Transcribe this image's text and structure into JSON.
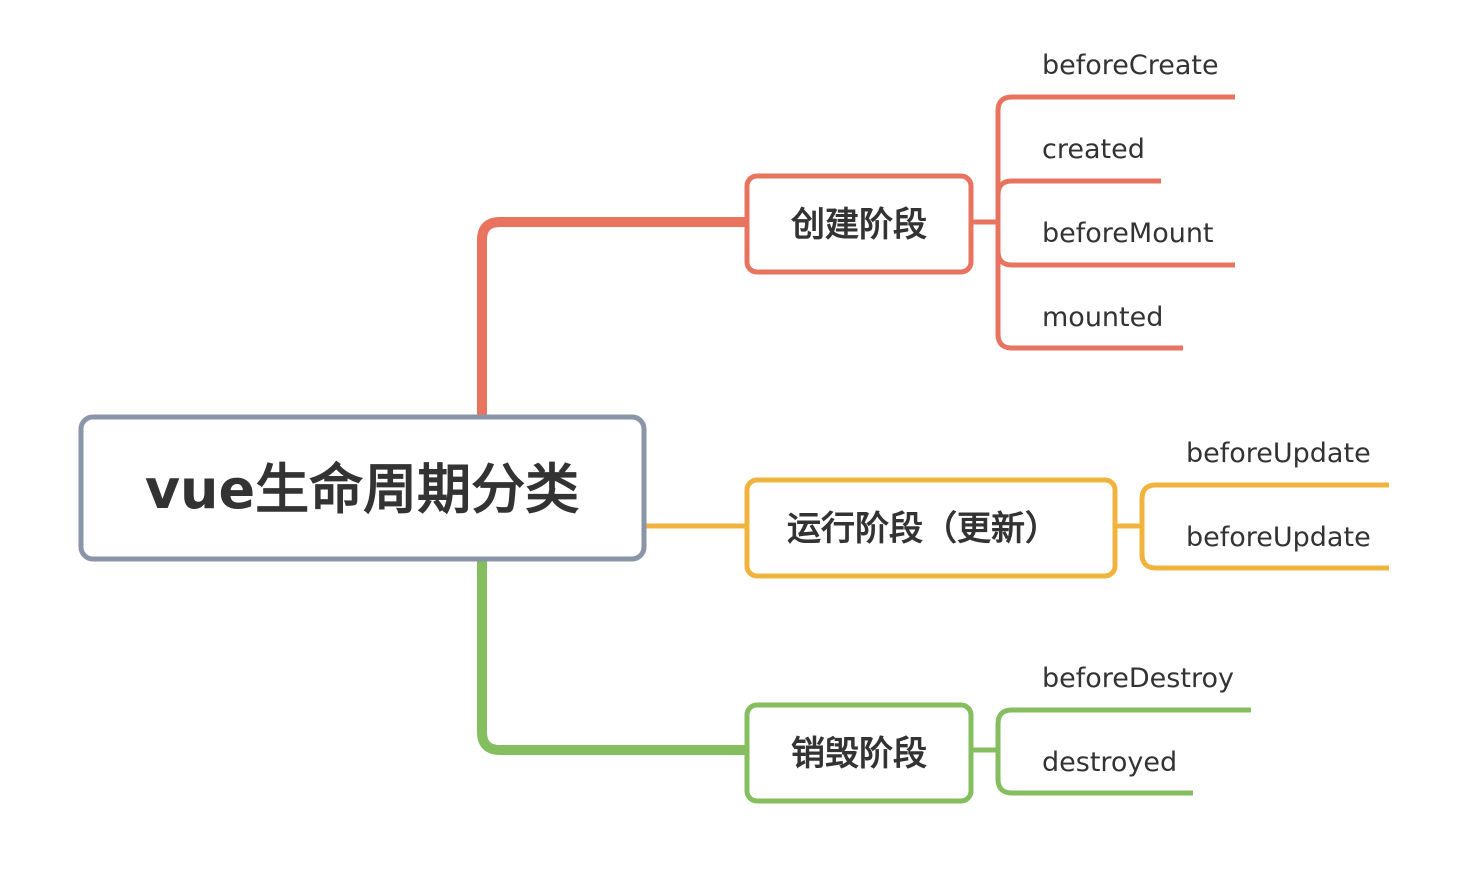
{
  "root": {
    "label": "vue生命周期分类",
    "border_color": "#8a96a7"
  },
  "stages": [
    {
      "label": "创建阶段",
      "color": "#e8735f",
      "hooks": [
        "beforeCreate",
        "created",
        "beforeMount",
        "mounted"
      ]
    },
    {
      "label": "运行阶段（更新）",
      "color": "#f0b33e",
      "hooks": [
        "beforeUpdate",
        "beforeUpdate"
      ]
    },
    {
      "label": "销毁阶段",
      "color": "#84be5e",
      "hooks": [
        "beforeDestroy",
        "destroyed"
      ]
    }
  ]
}
